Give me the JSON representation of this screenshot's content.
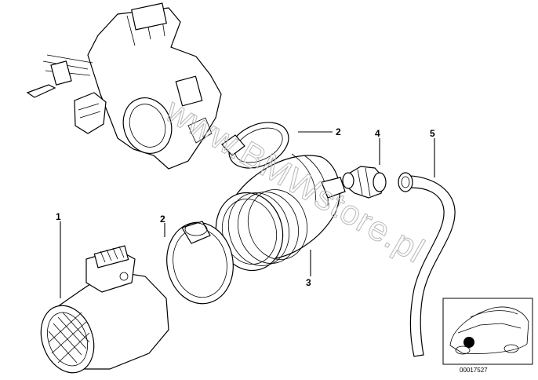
{
  "diagram": {
    "callouts": [
      {
        "id": "1",
        "label": "1"
      },
      {
        "id": "2a",
        "label": "2"
      },
      {
        "id": "2b",
        "label": "2"
      },
      {
        "id": "3",
        "label": "3"
      },
      {
        "id": "4",
        "label": "4"
      },
      {
        "id": "5",
        "label": "5"
      }
    ],
    "watermark": "www.BMWstore.pl",
    "reference_number": "00017527"
  }
}
